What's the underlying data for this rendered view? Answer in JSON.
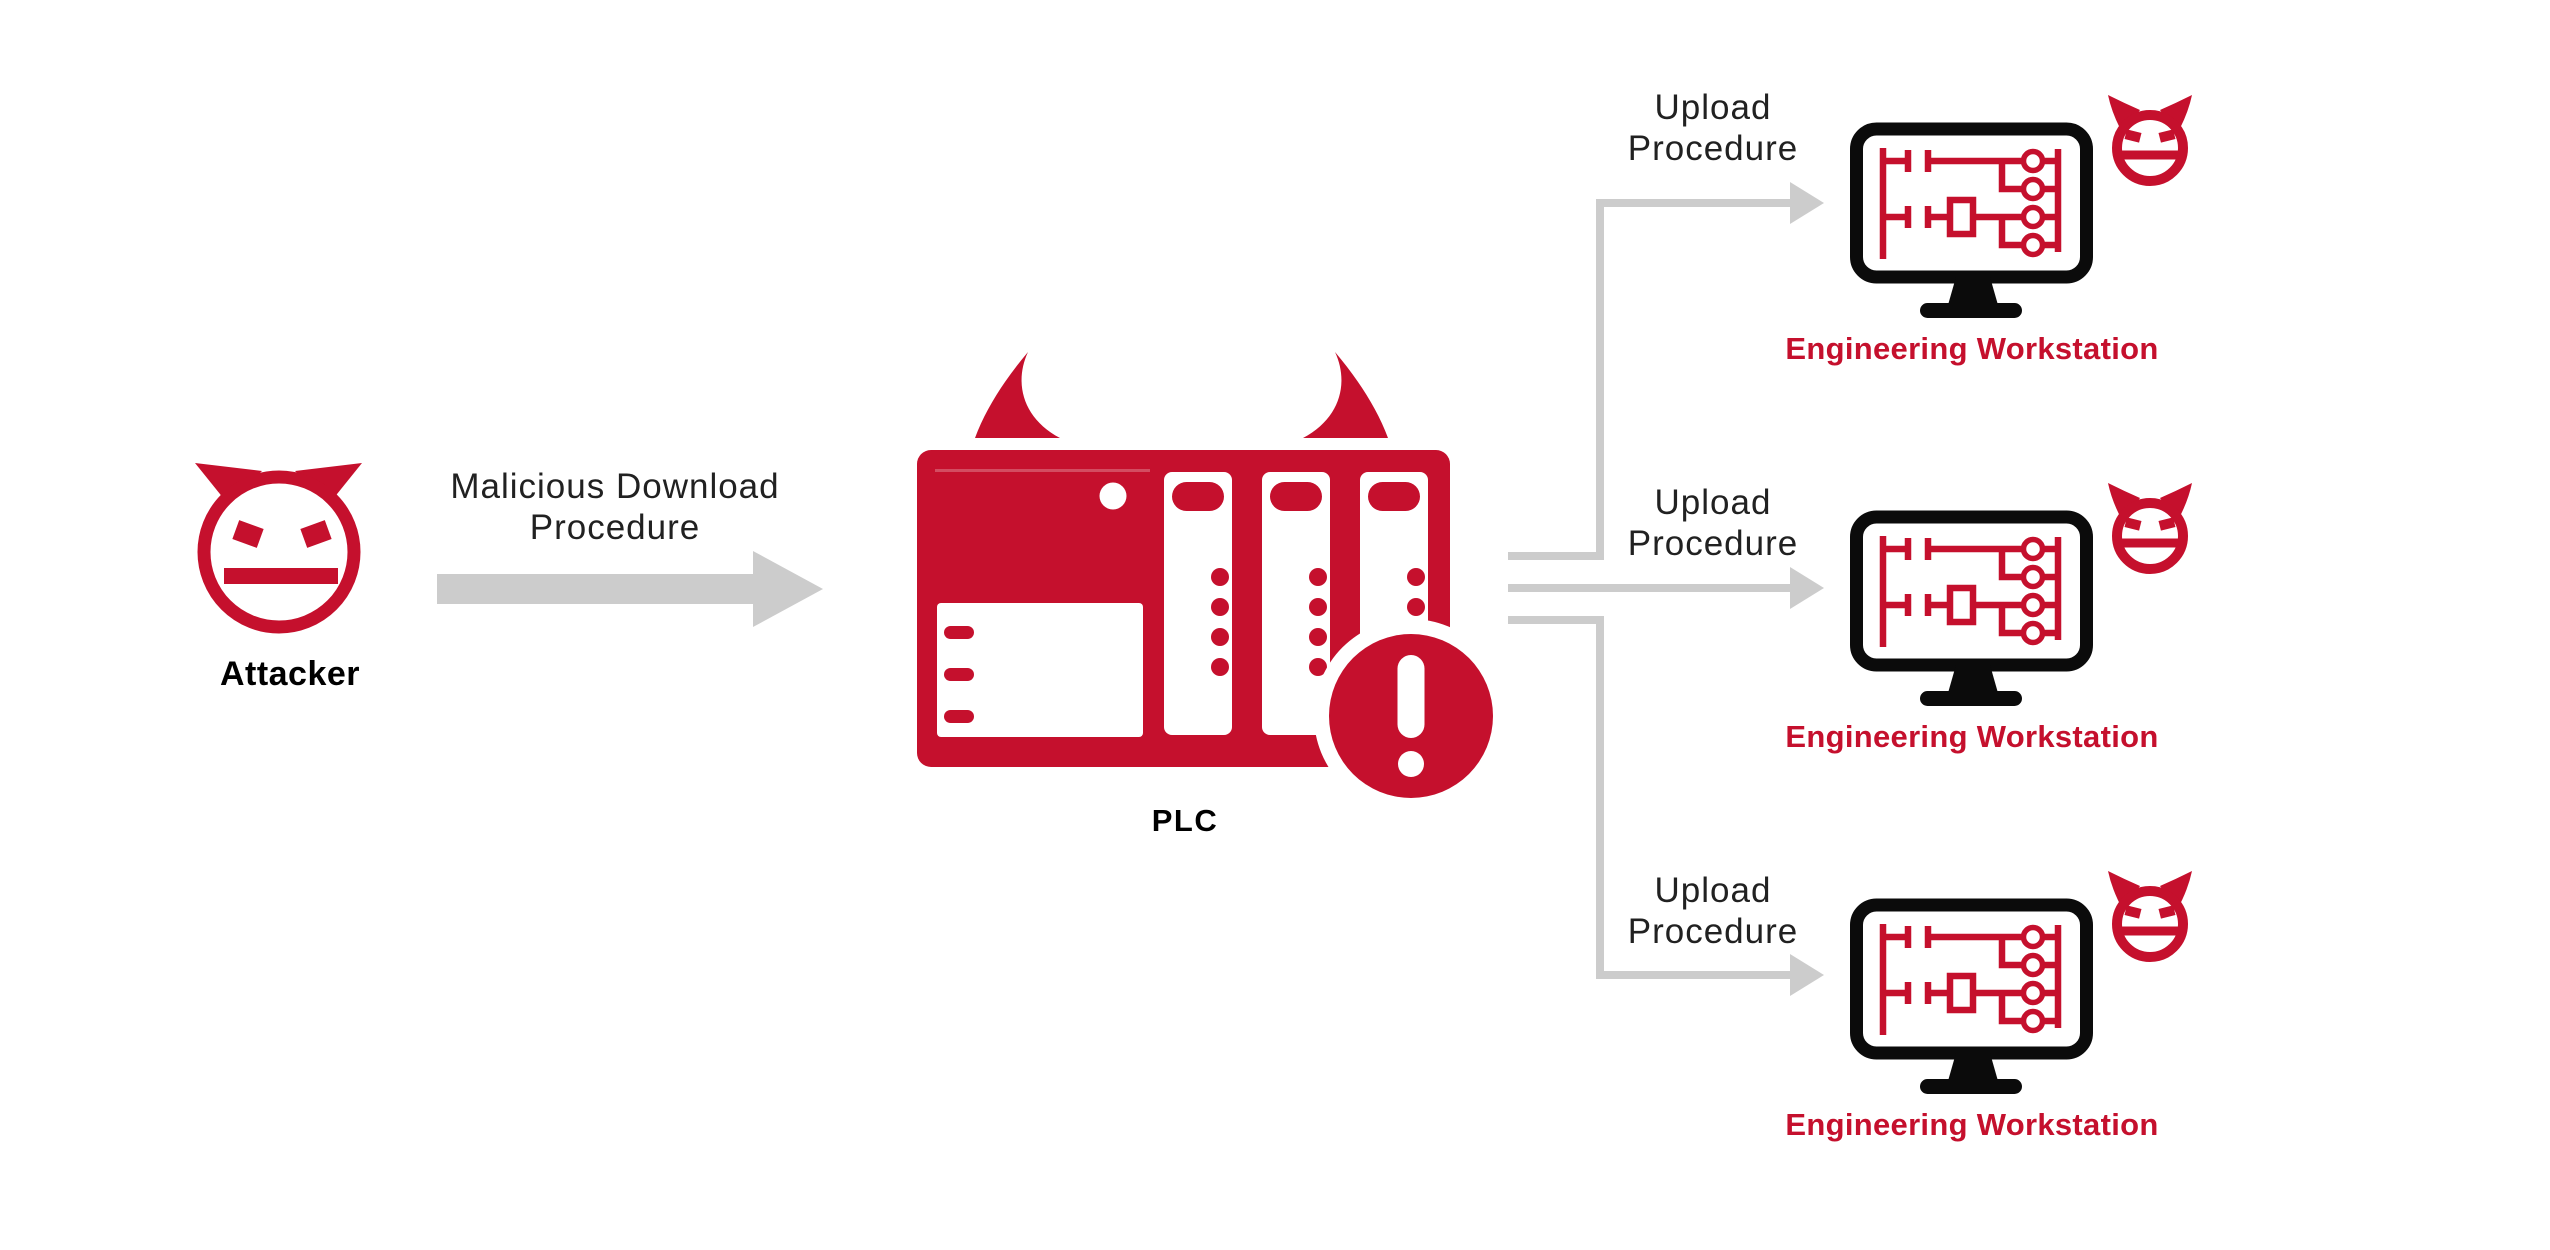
{
  "palette": {
    "icon_red": "#C5102D",
    "connector_gray": "#CCCCCC",
    "monitor_black": "#0B0B0B",
    "text_dark": "#212121",
    "background": "#FFFFFF"
  },
  "attacker": {
    "icon": "devil-face-icon",
    "label": "Attacker"
  },
  "download_flow": {
    "icon": "thick-right-arrow",
    "line1": "Malicious Download",
    "line2": "Procedure"
  },
  "plc": {
    "icon": "plc-rack-icon",
    "horns_icon": "devil-horns-icon",
    "alert_icon": "exclamation-alert-badge-icon",
    "label": "PLC"
  },
  "upload_rows": [
    {
      "arrow_icon": "elbow-arrow-up-right",
      "line1": "Upload",
      "line2": "Procedure",
      "workstation_icon": "monitor-ladder-logic-icon",
      "devil_icon": "devil-face-icon",
      "workstation_label": "Engineering Workstation"
    },
    {
      "arrow_icon": "straight-arrow-right",
      "line1": "Upload",
      "line2": "Procedure",
      "workstation_icon": "monitor-ladder-logic-icon",
      "devil_icon": "devil-face-icon",
      "workstation_label": "Engineering Workstation"
    },
    {
      "arrow_icon": "elbow-arrow-down-right",
      "line1": "Upload",
      "line2": "Procedure",
      "workstation_icon": "monitor-ladder-logic-icon",
      "devil_icon": "devil-face-icon",
      "workstation_label": "Engineering Workstation"
    }
  ]
}
